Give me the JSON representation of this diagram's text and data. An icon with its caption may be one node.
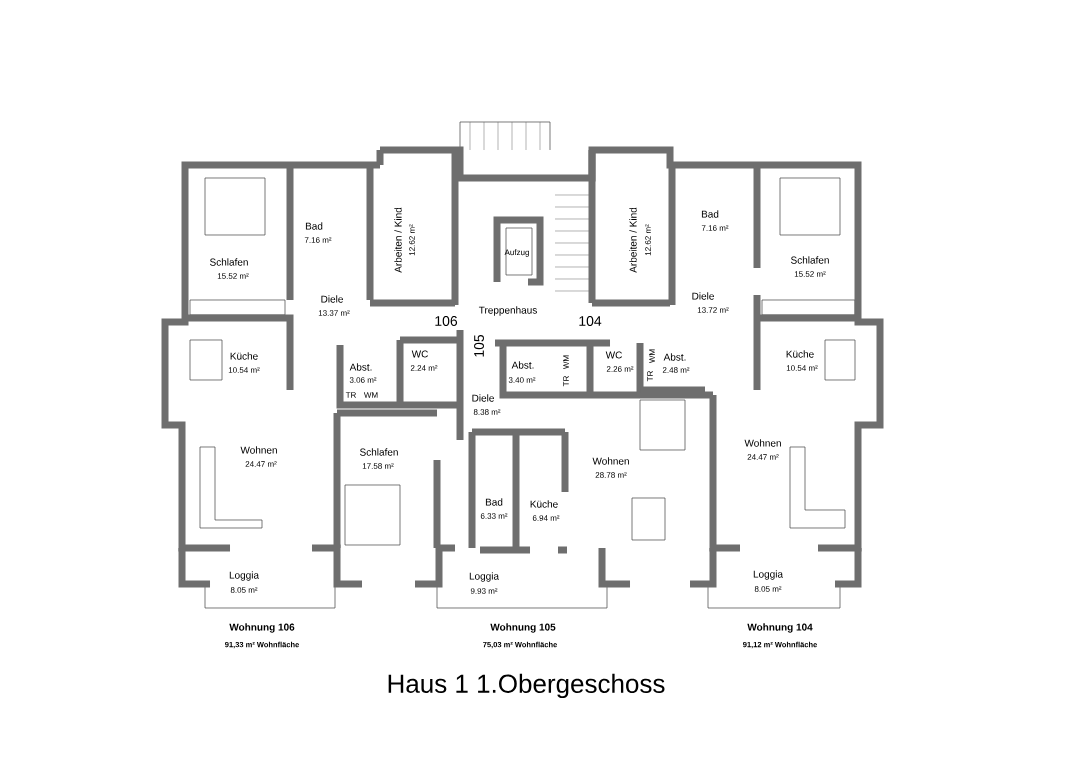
{
  "diagram": {
    "caption": "Haus 1 1.Obergeschoss",
    "labels": [
      "Aufzug",
      "Bad",
      "7.16 m²",
      "Arbeiten / Kind",
      "12.62 m²",
      "Arbeiten / Kind",
      "12.62 m²",
      "Bad",
      "7.16 m²",
      "Schlafen",
      "15.52 m²",
      "Schlafen",
      "15.52 m²",
      "Diele",
      "13.37 m²",
      "Diele",
      "13.72 m²",
      "Treppenhaus",
      "106",
      "104",
      "105",
      "Küche",
      "10.54 m²",
      "WC",
      "2.24 m²",
      "Abst.",
      "3.06 m²",
      "TR",
      "WM",
      "Abst.",
      "3.40 m²",
      "WM",
      "TR",
      "WC",
      "2.26 m²",
      "WM",
      "TR",
      "Abst.",
      "2.48 m²",
      "Küche",
      "10.54 m²",
      "Diele",
      "8.38 m²",
      "Wohnen",
      "24.47 m²",
      "Wohnen",
      "24.47 m²",
      "Schlafen",
      "17.58 m²",
      "Wohnen",
      "28.78 m²",
      "Bad",
      "6.33 m²",
      "Küche",
      "6.94 m²",
      "Loggia",
      "8.05 m²",
      "Loggia",
      "8.05 m²",
      "Loggia",
      "9.93 m²",
      "Wohnung 106",
      "91,33 m² Wohnfläche",
      "Wohnung 105",
      "75,03 m² Wohnfläche",
      "Wohnung 104",
      "91,12 m² Wohnfläche"
    ]
  }
}
